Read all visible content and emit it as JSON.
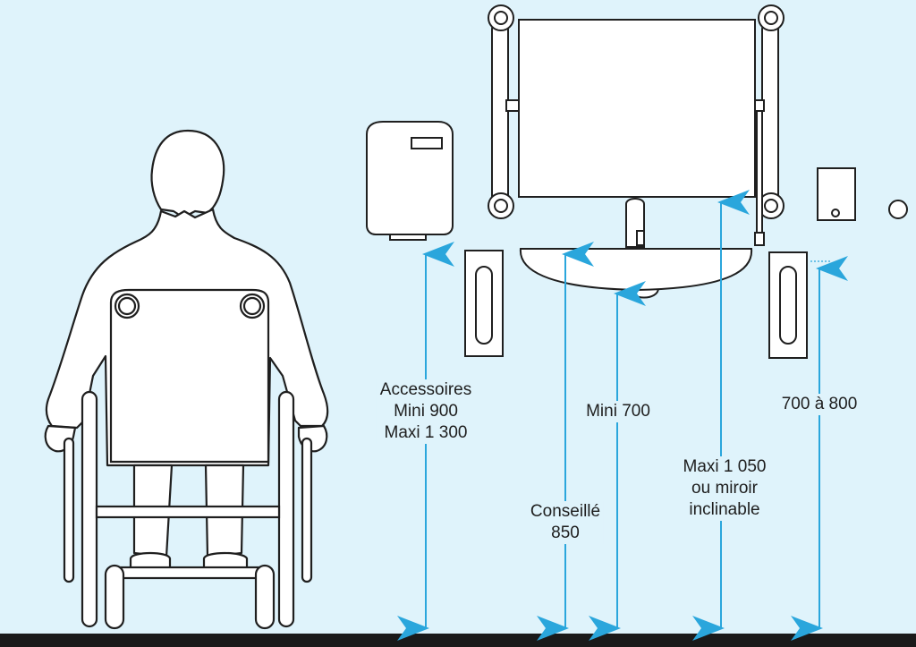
{
  "colors": {
    "background": "#dff3fb",
    "arrow": "#2aa6dc",
    "outline": "#1f1f1f",
    "fixture_fill": "#ffffff",
    "floor": "#1a1a1a"
  },
  "labels": {
    "accessories": [
      "Accessoires",
      "Mini 900",
      "Maxi 1 300"
    ],
    "recommended": [
      "Conseillé",
      "850"
    ],
    "washbasin_min": [
      "Mini 700"
    ],
    "mirror": [
      "Maxi 1 050",
      "ou miroir",
      "inclinable"
    ],
    "grab_bar": [
      "700 à 800"
    ]
  },
  "icons": [
    "wheelchair-user-icon",
    "hand-dryer-icon",
    "mirror-icon",
    "grab-bar-icon",
    "faucet-icon",
    "washbasin-icon",
    "soap-dispenser-icon",
    "button-icon",
    "up-arrow-icon",
    "down-arrow-icon"
  ]
}
